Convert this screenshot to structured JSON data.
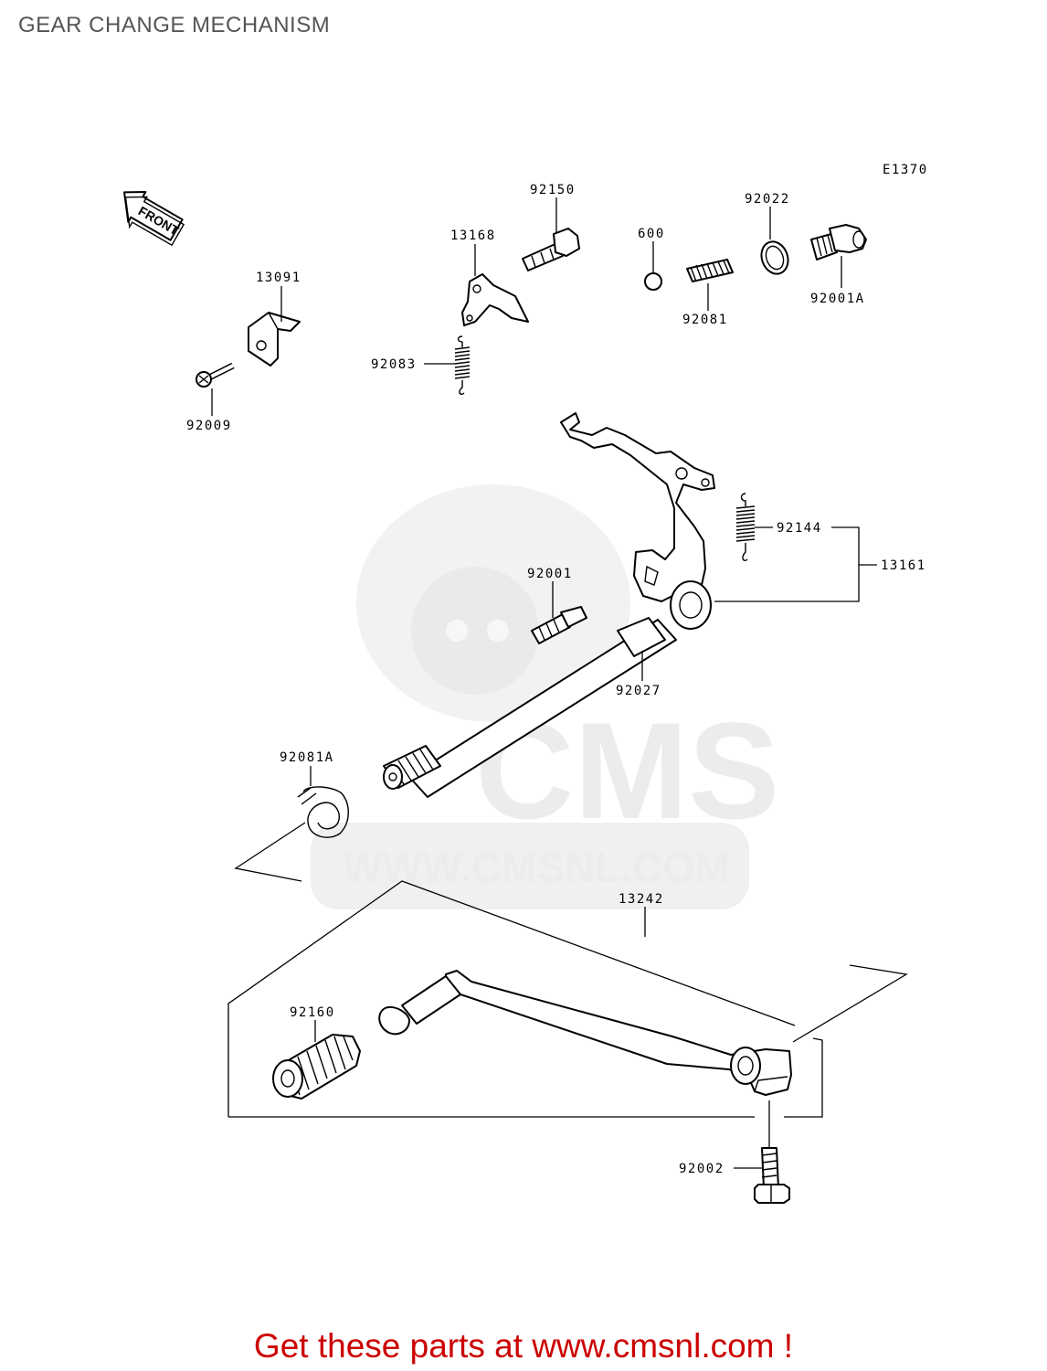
{
  "title": "GEAR CHANGE MECHANISM",
  "diagram_code": "E1370",
  "front_label": "FRONT",
  "watermark": {
    "logo": "CMS",
    "url": "WWW.CMSNL.COM"
  },
  "parts": {
    "p13091": "13091",
    "p92009": "92009",
    "p13168": "13168",
    "p92150": "92150",
    "p92083": "92083",
    "p600": "600",
    "p92022": "92022",
    "p92081": "92081",
    "p92001A": "92001A",
    "p92144": "92144",
    "p13161": "13161",
    "p92001": "92001",
    "p92027": "92027",
    "p92081A": "92081A",
    "p13242": "13242",
    "p92160": "92160",
    "p92002": "92002"
  },
  "footer": "Get these parts at www.cmsnl.com !"
}
